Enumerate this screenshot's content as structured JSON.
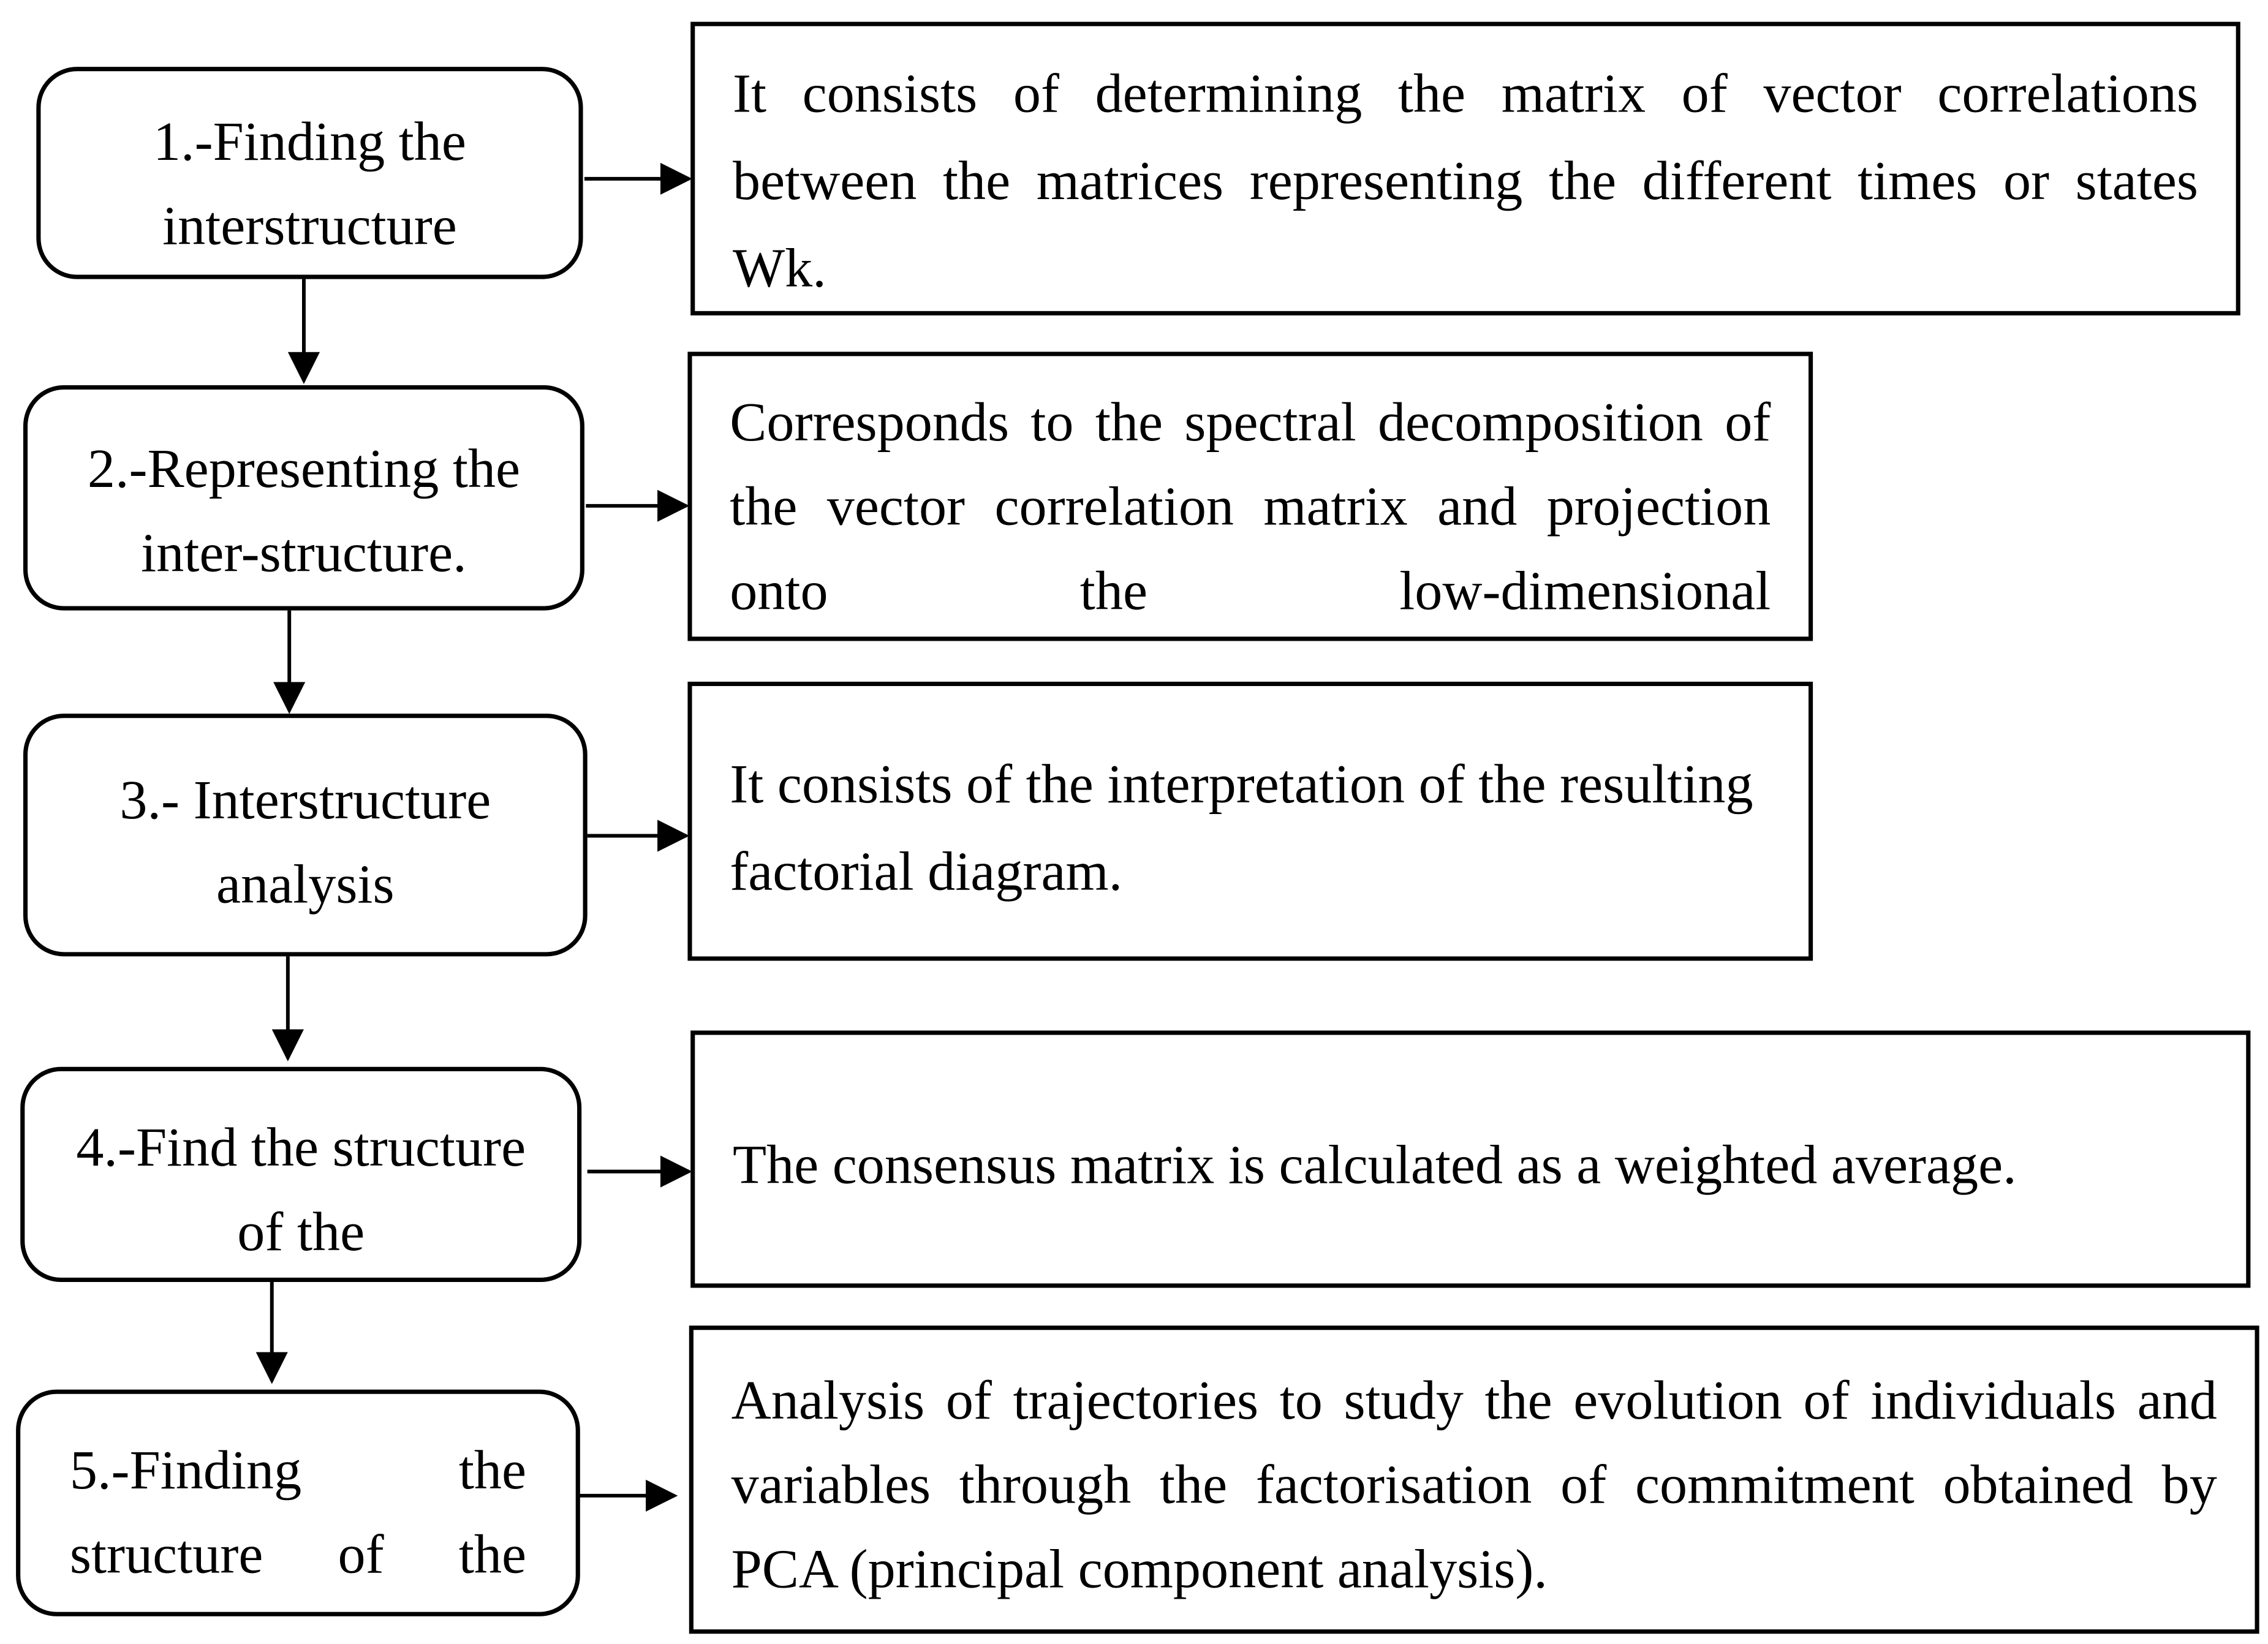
{
  "steps": [
    {
      "label": "1.-Finding the interstructure",
      "description": "It consists of determining the matrix of vector correlations between the matrices representing the different times or states Wk."
    },
    {
      "label": "2.-Representing the inter-structure.",
      "description": "Corresponds to the spectral decomposition of the vector correlation matrix and projection onto the low-dimensional"
    },
    {
      "label": "3.- Interstructure analysis",
      "description": "It consists of the interpretation of the resulting factorial diagram."
    },
    {
      "label": "4.-Find the structure of the",
      "description": "The consensus matrix is calculated as a weighted average."
    },
    {
      "label": "5.-Finding the structure of the",
      "description": "Analysis of trajectories to study the evolution of individuals and variables through the factorisation of commitment obtained by PCA (principal component analysis)."
    }
  ]
}
